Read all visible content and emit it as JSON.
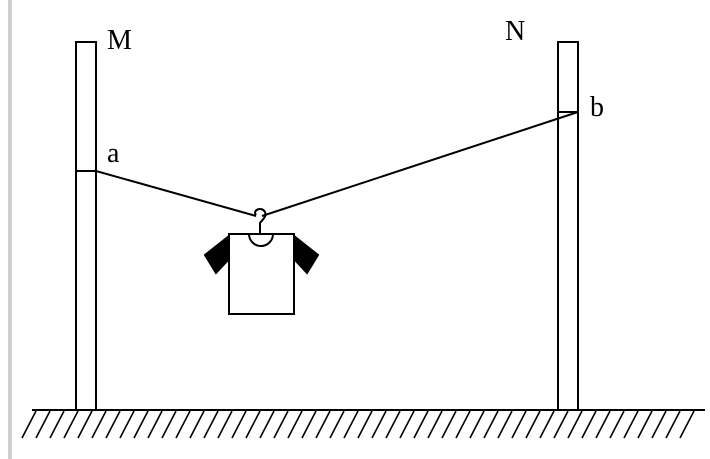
{
  "diagram": {
    "labels": {
      "pole_left": "M",
      "pole_right": "N",
      "point_left": "a",
      "point_right": "b"
    },
    "colors": {
      "stroke": "#000000",
      "background": "#ffffff",
      "left_border": "#c8c8c8"
    }
  }
}
